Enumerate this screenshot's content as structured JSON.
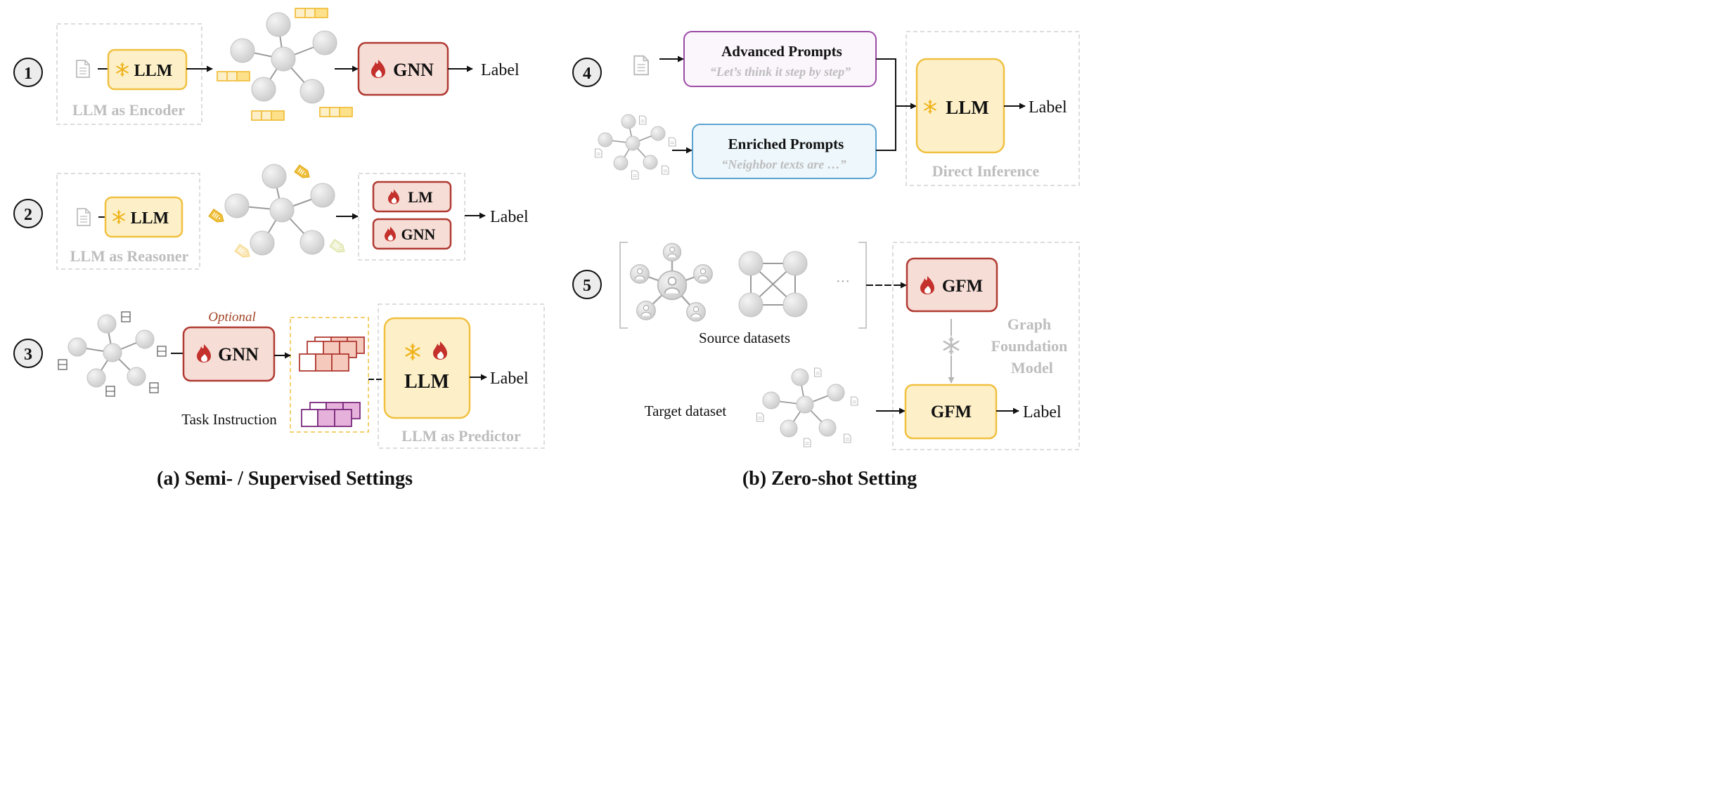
{
  "colors": {
    "llm_fill": "#fdf0c8",
    "llm_stroke": "#f0c040",
    "gnn_fill": "#f6ddd6",
    "gnn_stroke": "#b03a32",
    "node_fill": "#d8d8d8",
    "gray_text": "#bdbdbd",
    "dash_border": "#d2d2d2",
    "adv_stroke": "#9c4aa6",
    "enr_stroke": "#5aa3d2",
    "adv_fill": "#fbf5fc",
    "enr_fill": "#eef7fc",
    "optional_text": "#a24424",
    "purple_fill": "#e6b2dc",
    "purple_stroke": "#7a2a7c",
    "red_fill": "#f6c9bd",
    "tag_yellow": "#f2c340"
  },
  "icons": {
    "snowflake": "snowflake-icon",
    "flame": "flame-icon",
    "document": "document-icon",
    "tag": "tag-icon",
    "person": "person-icon"
  },
  "steps": {
    "s1": "1",
    "s2": "2",
    "s3": "3",
    "s4": "4",
    "s5": "5"
  },
  "panel_a": {
    "caption": "(a) Semi- / Supervised Settings",
    "row1": {
      "llm": "LLM",
      "caption": "LLM as Encoder",
      "gnn": "GNN",
      "output": "Label"
    },
    "row2": {
      "llm": "LLM",
      "caption": "LLM as Reasoner",
      "lm": "LM",
      "gnn": "GNN",
      "output": "Label"
    },
    "row3": {
      "optional": "Optional",
      "gnn": "GNN",
      "task_instruction": "Task Instruction",
      "llm": "LLM",
      "caption": "LLM as Predictor",
      "output": "Label"
    }
  },
  "panel_b": {
    "caption": "(b) Zero-shot Setting",
    "row4": {
      "advanced_title": "Advanced Prompts",
      "advanced_quote": "“Let’s think it step by step”",
      "enriched_title": "Enriched Prompts",
      "enriched_quote": "“Neighbor texts are …”",
      "llm": "LLM",
      "caption": "Direct Inference",
      "output": "Label"
    },
    "row5": {
      "ellipsis": "···",
      "source_label": "Source datasets",
      "target_label": "Target dataset",
      "gfm_top": "GFM",
      "gfm_bottom": "GFM",
      "caption_line1": "Graph",
      "caption_line2": "Foundation",
      "caption_line3": "Model",
      "output": "Label"
    }
  }
}
